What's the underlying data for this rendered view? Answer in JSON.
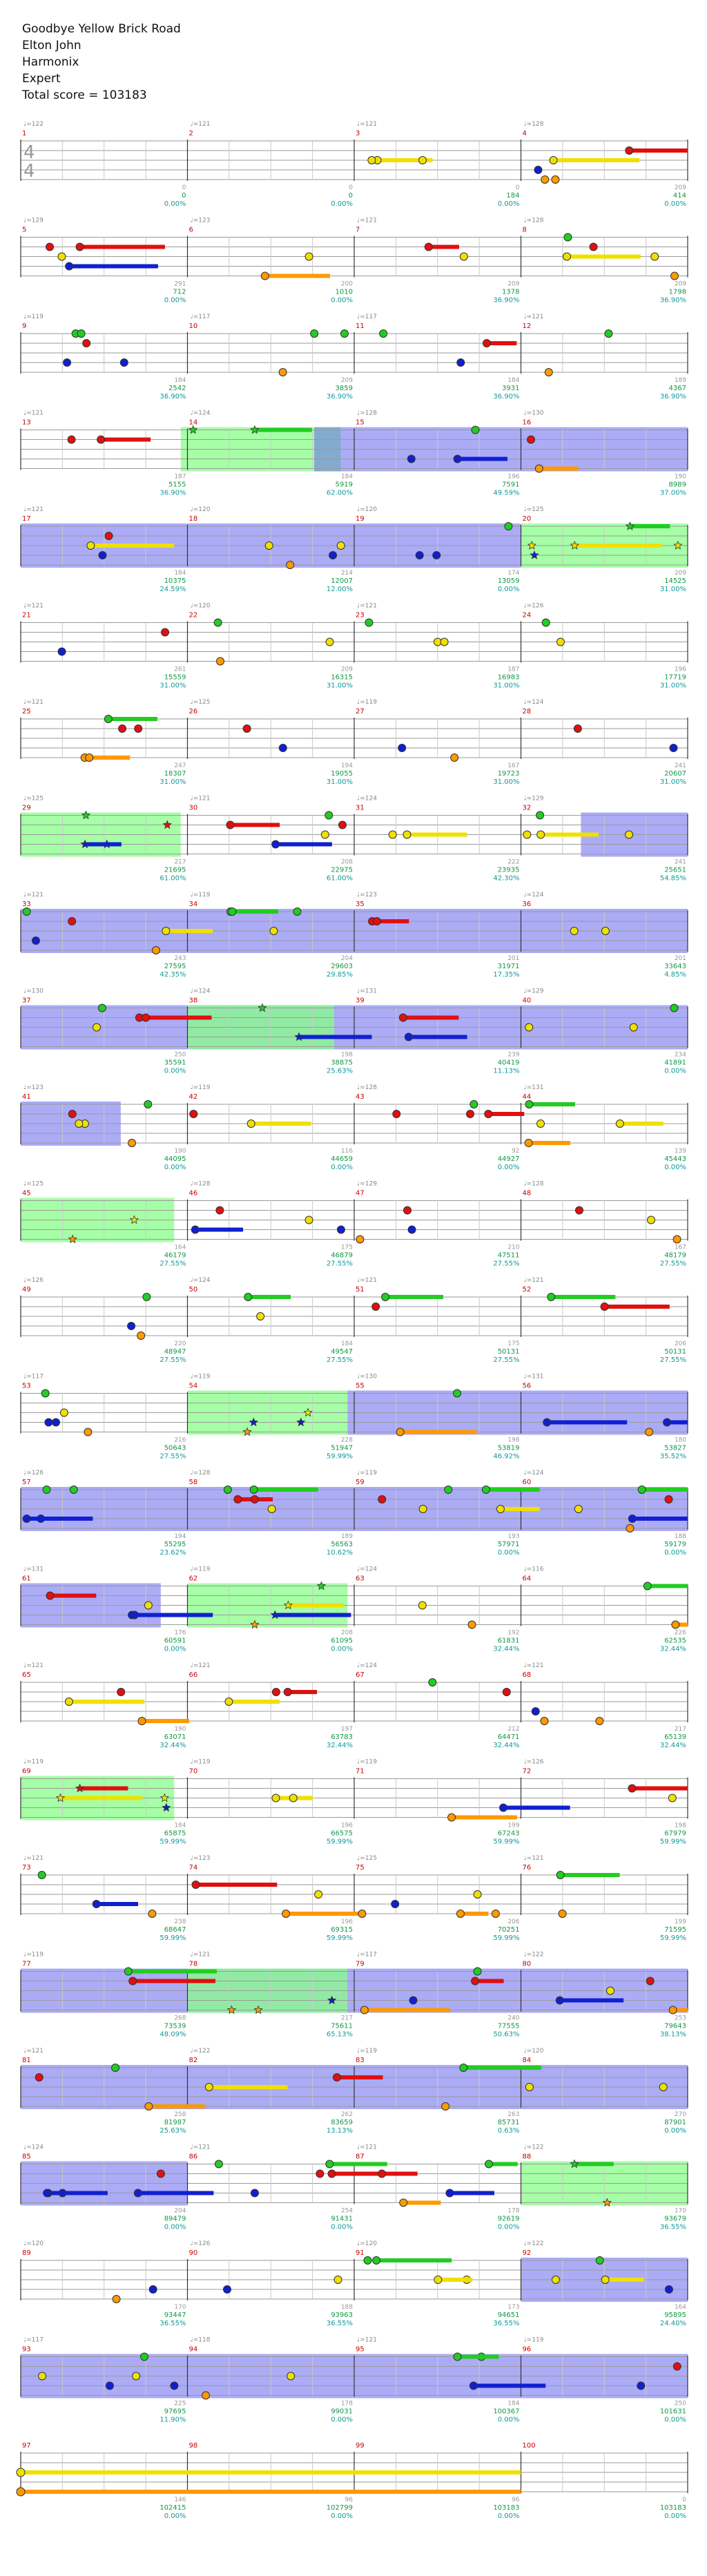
{
  "song": {
    "title": "Goodbye Yellow Brick Road",
    "artist": "Elton John",
    "charter": "Harmonix",
    "difficulty": "Expert",
    "total_score_label": "Total score = 103183"
  },
  "time_signature": "4/4",
  "colors": {
    "green": "#22cc22",
    "red": "#e01010",
    "yellow": "#f0e000",
    "blue": "#1020d0",
    "orange": "#ff9900",
    "starpower_fill": "#88ff88",
    "overdrive_active": "#6666ee",
    "measure_number": "#cc0000",
    "score_text": "#119944",
    "bpm_text": "#888888"
  },
  "rows": [
    {
      "measures": [
        1,
        2,
        3,
        4
      ],
      "bpm": [
        "♩=122",
        "♩=121",
        "♩=121",
        "♩=128"
      ],
      "scores": [
        "0",
        "0",
        "184",
        "414"
      ],
      "pct": [
        "0.00%",
        "0.00%",
        "0.00%",
        "0.00%"
      ]
    },
    {
      "measures": [
        5,
        6,
        7,
        8
      ],
      "bpm": [
        "♩=129",
        "♩=123",
        "♩=121",
        "♩=128"
      ],
      "scores": [
        "712",
        "1010",
        "1378",
        "1798"
      ],
      "pct": [
        "0.00%",
        "0.00%",
        "36.90%",
        "36.90%"
      ]
    },
    {
      "measures": [
        9,
        10,
        11,
        12
      ],
      "bpm": [
        "♩=119",
        "♩=117",
        "♩=117",
        "♩=121"
      ],
      "scores": [
        "2542",
        "3859",
        "3931",
        "4367"
      ],
      "pct": [
        "36.90%",
        "36.90%",
        "36.90%",
        "36.90%"
      ]
    },
    {
      "measures": [
        13,
        14,
        15,
        16
      ],
      "bpm": [
        "♩=121",
        "♩=124",
        "♩=128",
        "♩=130"
      ],
      "scores": [
        "5155",
        "5919",
        "7591",
        "8989"
      ],
      "pct": [
        "36.90%",
        "62.00%",
        "49.59%",
        "37.00%"
      ]
    },
    {
      "measures": [
        17,
        18,
        19,
        20
      ],
      "bpm": [
        "♩=121",
        "♩=120",
        "♩=120",
        "♩=125"
      ],
      "scores": [
        "10375",
        "12007",
        "13059",
        "14525"
      ],
      "pct": [
        "24.59%",
        "12.00%",
        "0.00%",
        "31.00%"
      ]
    },
    {
      "measures": [
        21,
        22,
        23,
        24
      ],
      "bpm": [
        "♩=121",
        "♩=120",
        "♩=121",
        "♩=126"
      ],
      "scores": [
        "15559",
        "16315",
        "16983",
        "17719"
      ],
      "pct": [
        "31.00%",
        "31.00%",
        "31.00%",
        "31.00%"
      ]
    },
    {
      "measures": [
        25,
        26,
        27,
        28
      ],
      "bpm": [
        "♩=121",
        "♩=125",
        "♩=119",
        "♩=124"
      ],
      "scores": [
        "18307",
        "19055",
        "19723",
        "20607"
      ],
      "pct": [
        "31.00%",
        "31.00%",
        "31.00%",
        "31.00%"
      ]
    },
    {
      "measures": [
        29,
        30,
        31,
        32
      ],
      "bpm": [
        "♩=125",
        "♩=121",
        "♩=124",
        "♩=129"
      ],
      "scores": [
        "21695",
        "22975",
        "23935",
        "25651"
      ],
      "pct": [
        "61.00%",
        "61.00%",
        "42.30%",
        "54.85%"
      ]
    },
    {
      "measures": [
        33,
        34,
        35,
        36
      ],
      "bpm": [
        "♩=121",
        "♩=119",
        "♩=123",
        "♩=124"
      ],
      "scores": [
        "27595",
        "29603",
        "31971",
        "33643"
      ],
      "pct": [
        "42.35%",
        "29.85%",
        "17.35%",
        "4.85%"
      ]
    },
    {
      "measures": [
        37,
        38,
        39,
        40
      ],
      "bpm": [
        "♩=130",
        "♩=124",
        "♩=131",
        "♩=129"
      ],
      "scores": [
        "35591",
        "38875",
        "40419",
        "41891"
      ],
      "pct": [
        "0.00%",
        "25.63%",
        "11.13%",
        "0.00%"
      ]
    },
    {
      "measures": [
        41,
        42,
        43,
        44
      ],
      "bpm": [
        "♩=123",
        "♩=119",
        "♩=128",
        "♩=131"
      ],
      "scores": [
        "44095",
        "44659",
        "44927",
        "45443"
      ],
      "pct": [
        "0.00%",
        "0.00%",
        "0.00%",
        "0.00%"
      ]
    },
    {
      "measures": [
        45,
        46,
        47,
        48
      ],
      "bpm": [
        "♩=125",
        "♩=128",
        "♩=129",
        "♩=128"
      ],
      "scores": [
        "46179",
        "46879",
        "47511",
        "48179"
      ],
      "pct": [
        "27.55%",
        "27.55%",
        "27.55%",
        "27.55%"
      ]
    },
    {
      "measures": [
        49,
        50,
        51,
        52
      ],
      "bpm": [
        "♩=126",
        "♩=124",
        "♩=121",
        "♩=121"
      ],
      "scores": [
        "48947",
        "49547",
        "50131",
        "50131"
      ],
      "pct": [
        "27.55%",
        "27.55%",
        "27.55%",
        "27.55%"
      ]
    },
    {
      "measures": [
        53,
        54,
        55,
        56
      ],
      "bpm": [
        "♩=117",
        "♩=119",
        "♩=130",
        "♩=131"
      ],
      "scores": [
        "50643",
        "51947",
        "53819",
        "53827"
      ],
      "pct": [
        "27.55%",
        "59.99%",
        "46.92%",
        "35.52%"
      ]
    },
    {
      "measures": [
        57,
        58,
        59,
        60
      ],
      "bpm": [
        "♩=126",
        "♩=128",
        "♩=119",
        "♩=124"
      ],
      "scores": [
        "55295",
        "56563",
        "57971",
        "59179"
      ],
      "pct": [
        "23.62%",
        "10.62%",
        "0.00%",
        "0.00%"
      ]
    },
    {
      "measures": [
        61,
        62,
        63,
        64
      ],
      "bpm": [
        "♩=131",
        "♩=119",
        "♩=124",
        "♩=116"
      ],
      "scores": [
        "60591",
        "61095",
        "61831",
        "62535"
      ],
      "pct": [
        "0.00%",
        "0.00%",
        "32.44%",
        "32.44%"
      ]
    },
    {
      "measures": [
        65,
        66,
        67,
        68
      ],
      "bpm": [
        "♩=121",
        "♩=121",
        "♩=124",
        "♩=121"
      ],
      "scores": [
        "63071",
        "63783",
        "64471",
        "65139"
      ],
      "pct": [
        "32.44%",
        "32.44%",
        "32.44%",
        "32.44%"
      ]
    },
    {
      "measures": [
        69,
        70,
        71,
        72
      ],
      "bpm": [
        "♩=119",
        "♩=119",
        "♩=119",
        "♩=126"
      ],
      "scores": [
        "65875",
        "66575",
        "67243",
        "67979"
      ],
      "pct": [
        "59.99%",
        "59.99%",
        "59.99%",
        "59.99%"
      ]
    },
    {
      "measures": [
        73,
        74,
        75,
        76
      ],
      "bpm": [
        "♩=121",
        "♩=123",
        "♩=125",
        "♩=121"
      ],
      "scores": [
        "68647",
        "69315",
        "70251",
        "71595"
      ],
      "pct": [
        "59.99%",
        "59.99%",
        "59.99%",
        "59.99%"
      ]
    },
    {
      "measures": [
        77,
        78,
        79,
        80
      ],
      "bpm": [
        "♩=119",
        "♩=121",
        "♩=117",
        "♩=122"
      ],
      "scores": [
        "73539",
        "75611",
        "77555",
        "79643"
      ],
      "pct": [
        "48.09%",
        "65.13%",
        "50.63%",
        "38.13%"
      ]
    },
    {
      "measures": [
        81,
        82,
        83,
        84
      ],
      "bpm": [
        "♩=121",
        "♩=122",
        "♩=119",
        "♩=120"
      ],
      "scores": [
        "81987",
        "83659",
        "85731",
        "87901"
      ],
      "pct": [
        "25.63%",
        "13.13%",
        "0.63%",
        "0.00%"
      ]
    },
    {
      "measures": [
        85,
        86,
        87,
        88
      ],
      "bpm": [
        "♩=124",
        "♩=121",
        "♩=121",
        "♩=122"
      ],
      "scores": [
        "89479",
        "91431",
        "92619",
        "93679"
      ],
      "pct": [
        "0.00%",
        "0.00%",
        "0.00%",
        "36.55%"
      ]
    },
    {
      "measures": [
        89,
        90,
        91,
        92
      ],
      "bpm": [
        "♩=120",
        "♩=126",
        "♩=120",
        "♩=122"
      ],
      "scores": [
        "93447",
        "93963",
        "94651",
        "95895"
      ],
      "pct": [
        "36.55%",
        "36.55%",
        "36.55%",
        "24.40%"
      ]
    },
    {
      "measures": [
        93,
        94,
        95,
        96
      ],
      "bpm": [
        "♩=117",
        "♩=118",
        "♩=121",
        "♩=119"
      ],
      "scores": [
        "97695",
        "99031",
        "100367",
        "101631"
      ],
      "pct": [
        "11.90%",
        "0.00%",
        "0.00%",
        "0.00%"
      ]
    },
    {
      "measures": [
        97,
        98,
        99,
        100
      ],
      "bpm": [
        "",
        "",
        "",
        ""
      ],
      "scores": [
        "102415",
        "102799",
        "103183",
        "103183"
      ],
      "pct": [
        "0.00%",
        "0.00%",
        "0.00%",
        "0.00%"
      ]
    }
  ],
  "measure_lengths": [
    [
      "0",
      "0",
      "0",
      "209"
    ],
    [
      "291",
      "200",
      "209",
      "209"
    ],
    [
      "184",
      "209",
      "184",
      "189"
    ],
    [
      "187",
      "184",
      "196",
      "190"
    ],
    [
      "184",
      "214",
      "174",
      "209"
    ],
    [
      "261",
      "209",
      "187",
      "196"
    ],
    [
      "247",
      "194",
      "167",
      "241"
    ],
    [
      "217",
      "208",
      "222",
      "241"
    ],
    [
      "243",
      "204",
      "201",
      "201"
    ],
    [
      "250",
      "198",
      "239",
      "234"
    ],
    [
      "190",
      "116",
      "92",
      "139"
    ],
    [
      "164",
      "175",
      "210",
      "167"
    ],
    [
      "220",
      "184",
      "175",
      "206"
    ],
    [
      "216",
      "228",
      "198",
      "180"
    ],
    [
      "194",
      "189",
      "193",
      "188"
    ],
    [
      "176",
      "208",
      "192",
      "226"
    ],
    [
      "190",
      "197",
      "212",
      "217"
    ],
    [
      "184",
      "196",
      "199",
      "198"
    ],
    [
      "238",
      "196",
      "206",
      "199"
    ],
    [
      "268",
      "217",
      "240",
      "253"
    ],
    [
      "258",
      "262",
      "263",
      "270"
    ],
    [
      "204",
      "254",
      "178",
      "170"
    ],
    [
      "170",
      "188",
      "173",
      "164"
    ],
    [
      "225",
      "178",
      "184",
      "250"
    ],
    [
      "146",
      "96",
      "96",
      "0"
    ]
  ]
}
